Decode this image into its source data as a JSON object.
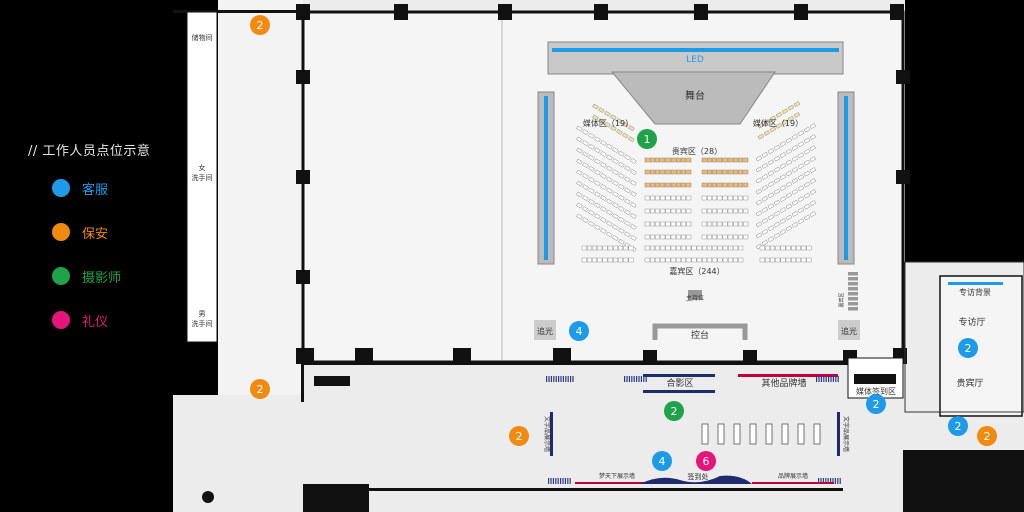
{
  "legend": {
    "title": "// 工作人员点位示意",
    "items": [
      {
        "label": "客服",
        "color": "#1e9be8"
      },
      {
        "label": "保安",
        "color": "#f08a10"
      },
      {
        "label": "摄影师",
        "color": "#1ea34a"
      },
      {
        "label": "礼仪",
        "color": "#e6157a"
      }
    ]
  },
  "rooms": {
    "storage": "储物间",
    "female_restroom_line1": "女",
    "female_restroom_line2": "洗手间",
    "male_restroom_line1": "男",
    "male_restroom_line2": "洗手间",
    "interview_bg": "专访背景",
    "interview_room": "专访厅",
    "vip_room": "贵宾厅"
  },
  "hall": {
    "led": "LED",
    "stage": "舞台",
    "media_zone_left": "媒体区（19）",
    "media_zone_right": "媒体区（19）",
    "vip_zone": "贵宾区（28）",
    "guest_zone": "嘉宾区（244）",
    "host_desk": "主持位",
    "control_desk": "控台",
    "followspot_left": "追光",
    "followspot_right": "追光",
    "seat_label_right": "嘉宾区"
  },
  "lobby": {
    "photo_zone": "合影区",
    "brand_wall": "其他品牌墙",
    "media_signin": "媒体签到区",
    "culture_wall_left": "文字品展示墙",
    "culture_wall_right": "文字品展示墙",
    "display_wall_left": "梦天下展示墙",
    "signin_desk": "签到处",
    "display_wall_right": "品牌展示墙"
  },
  "markers": [
    {
      "id": "m1",
      "num": "2",
      "color": "#f08a10"
    },
    {
      "id": "m2",
      "num": "1",
      "color": "#1ea34a"
    },
    {
      "id": "m3",
      "num": "4",
      "color": "#1e9be8"
    },
    {
      "id": "m4",
      "num": "2",
      "color": "#f08a10"
    },
    {
      "id": "m5",
      "num": "2",
      "color": "#1ea34a"
    },
    {
      "id": "m6",
      "num": "2",
      "color": "#1e9be8"
    },
    {
      "id": "m7",
      "num": "2",
      "color": "#1e9be8"
    },
    {
      "id": "m8",
      "num": "2",
      "color": "#f08a10"
    },
    {
      "id": "m9",
      "num": "4",
      "color": "#1e9be8"
    },
    {
      "id": "m10",
      "num": "6",
      "color": "#e6157a"
    },
    {
      "id": "m11",
      "num": "2",
      "color": "#1e9be8"
    },
    {
      "id": "m12",
      "num": "2",
      "color": "#f08a10"
    }
  ]
}
